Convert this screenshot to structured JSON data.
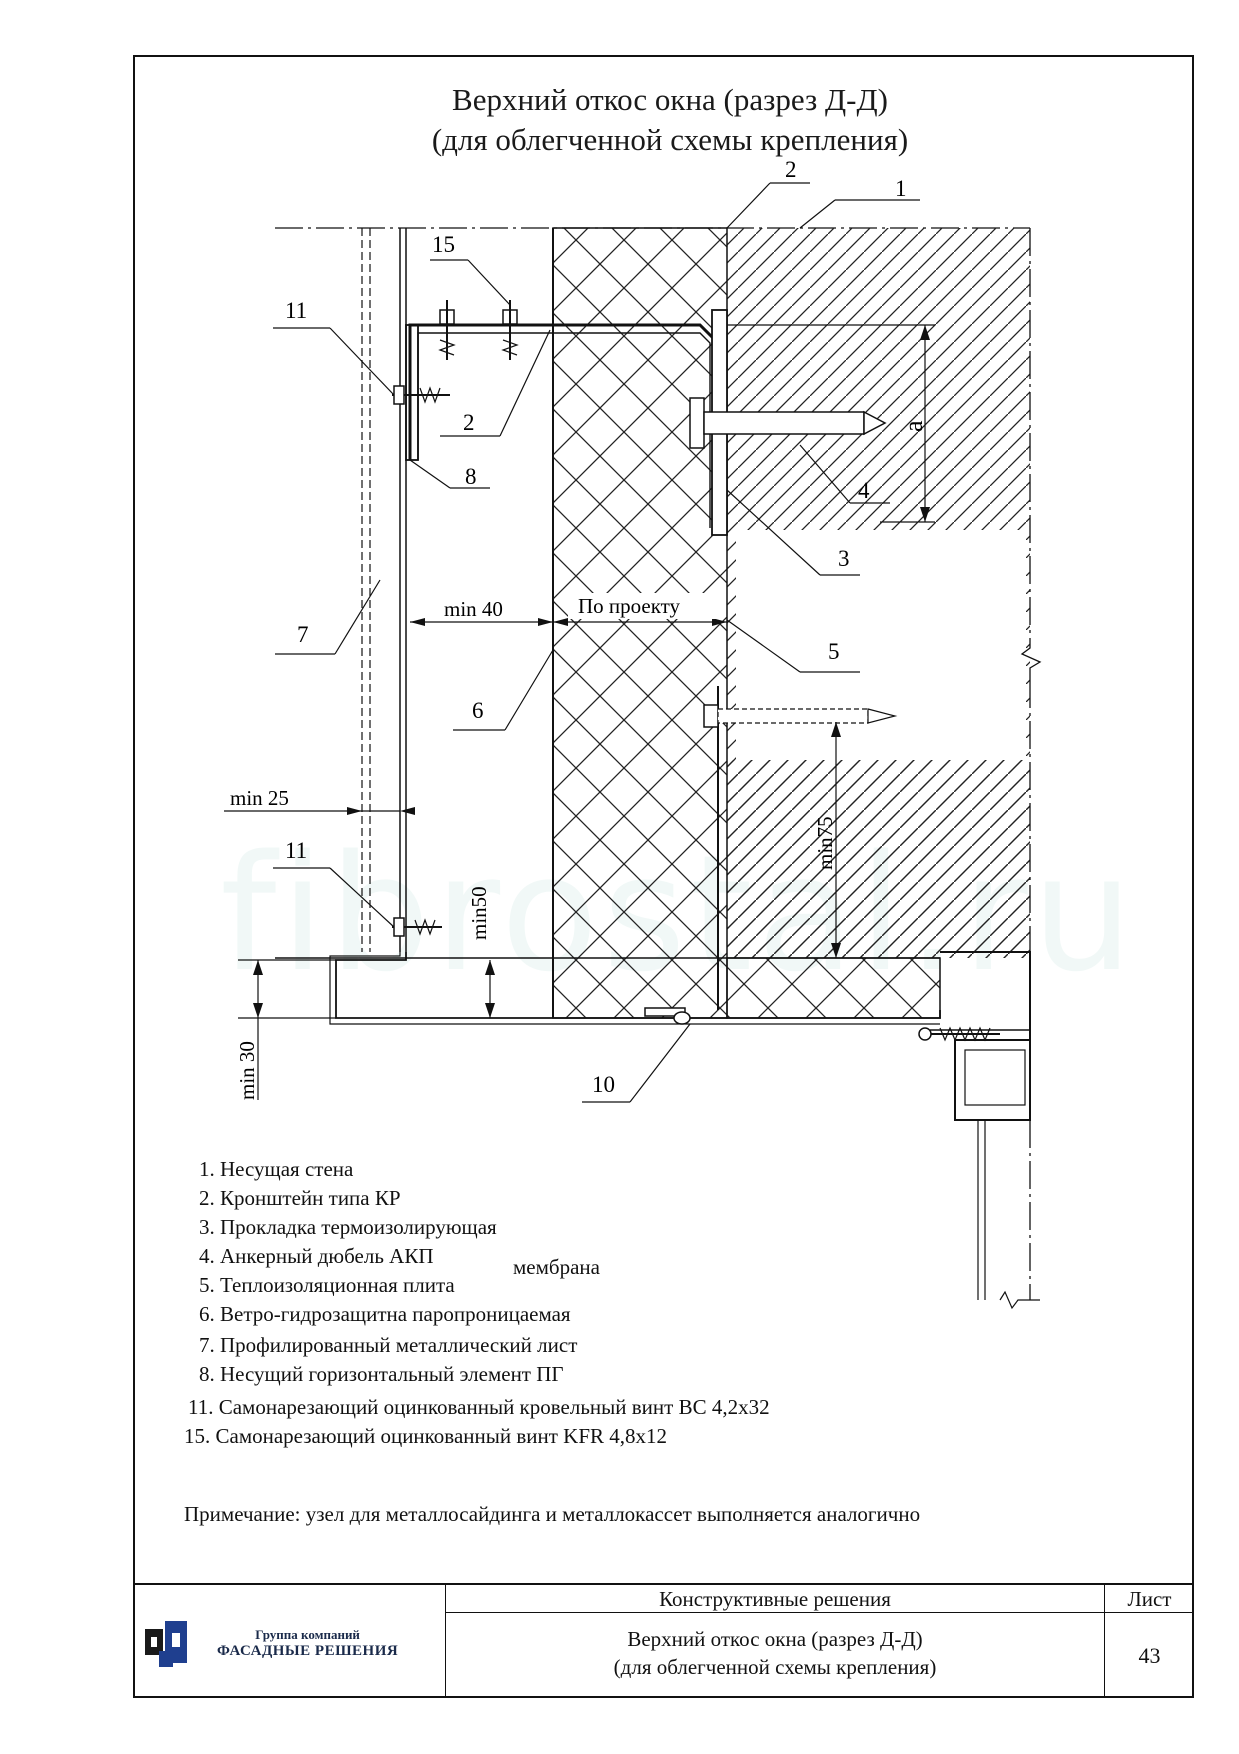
{
  "title": {
    "line1": "Верхний откос окна (разрез Д-Д)",
    "line2": "(для облегченной схемы крепления)"
  },
  "drawing": {
    "callouts": [
      "2",
      "1",
      "15",
      "11",
      "2",
      "8",
      "4",
      "3",
      "7",
      "5",
      "6",
      "11",
      "10"
    ],
    "dims": {
      "a": "a",
      "min40": "min 40",
      "po_proektu": "По проекту",
      "min25": "min 25",
      "min75": "min75",
      "min50": "min50",
      "min30": "min 30"
    },
    "watermark": "fibrostal.ru"
  },
  "legend": [
    "1. Несущая стена",
    "2. Кронштейн типа КР",
    "3. Прокладка термоизолирующая",
    "4. Анкерный дюбель АКП",
    "5. Теплоизоляционная плита",
    "6. Ветро-гидрозащитна паропроницаемая",
    "7. Профилированный металлический лист",
    "8. Несущий горизонтальный элемент ПГ",
    "11. Самонарезающий оцинкованный кровельный винт ВС 4,2х32",
    "15. Самонарезающий оцинкованный винт KFR 4,8х12"
  ],
  "legend_extra": "мембрана",
  "note": "Примечание: узел для металлосайдинга и металлокассет выполняется аналогично",
  "title_block": {
    "section": "Конструктивные решения",
    "sheet_label": "Лист",
    "sheet_name_1": "Верхний откос окна (разрез Д-Д)",
    "sheet_name_2": "(для облегченной схемы крепления)",
    "page": "43",
    "company_1": "Группа компаний",
    "company_2": "ФАСАДНЫЕ РЕШЕНИЯ"
  },
  "colors": {
    "logo_blue": "#1f3f8f",
    "logo_dark": "#1a1a1a"
  }
}
